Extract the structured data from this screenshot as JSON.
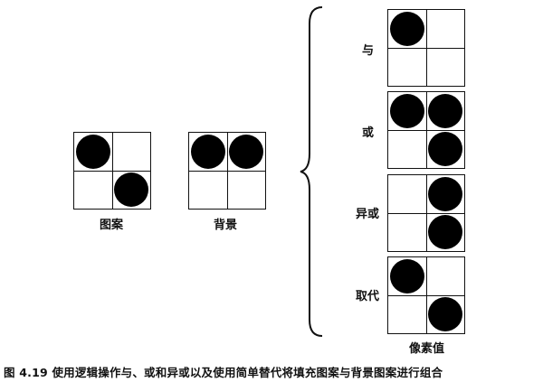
{
  "diagram": {
    "inputs": [
      {
        "label": "图案",
        "cells": [
          1,
          0,
          0,
          1
        ]
      },
      {
        "label": "背景",
        "cells": [
          1,
          1,
          0,
          0
        ]
      }
    ],
    "operations": [
      {
        "label": "与",
        "cells": [
          1,
          0,
          0,
          0
        ]
      },
      {
        "label": "或",
        "cells": [
          1,
          1,
          0,
          1
        ]
      },
      {
        "label": "异或",
        "cells": [
          0,
          1,
          0,
          1
        ]
      },
      {
        "label": "取代",
        "cells": [
          1,
          0,
          0,
          1
        ]
      }
    ],
    "result_label": "像素值",
    "caption": "图 4.19   使用逻辑操作与、或和异或以及使用简单替代将填充图案与背景图案进行组合"
  }
}
